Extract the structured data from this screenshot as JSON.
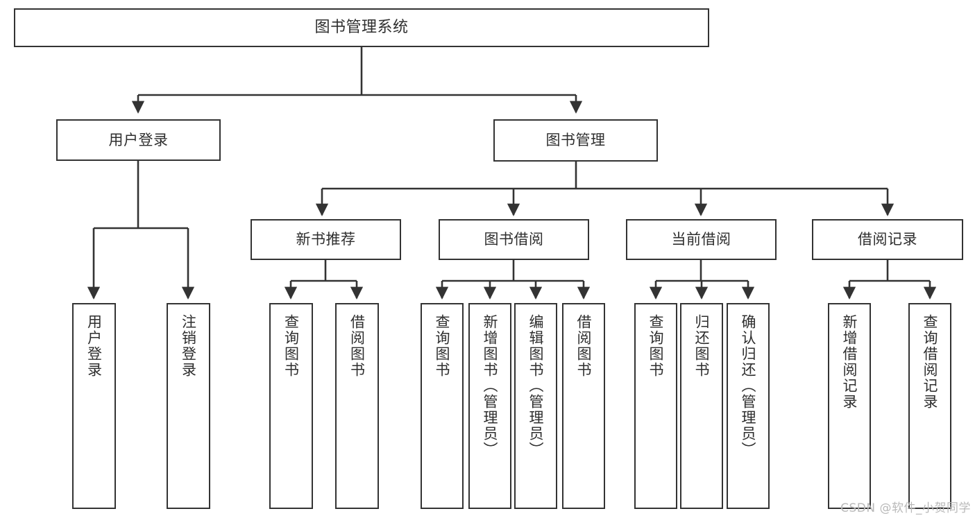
{
  "diagram": {
    "type": "tree-hierarchy",
    "title": "图书管理系统",
    "watermark": "CSDN @软件_小贺同学",
    "colors": {
      "background": "#ffffff",
      "box_border": "#333333",
      "box_fill": "#ffffff",
      "text": "#2e2e2e",
      "connector": "#333333",
      "watermark": "#b9b9b9"
    },
    "nodes": {
      "root": {
        "label": "图书管理系统"
      },
      "level2": [
        {
          "label": "用户登录"
        },
        {
          "label": "图书管理"
        }
      ],
      "level3": [
        {
          "label": "新书推荐"
        },
        {
          "label": "图书借阅"
        },
        {
          "label": "当前借阅"
        },
        {
          "label": "借阅记录"
        }
      ],
      "leaves": {
        "user_login": [
          {
            "label": "用户登录"
          },
          {
            "label": "注销登录"
          }
        ],
        "new_book_recommend": [
          {
            "label": "查询图书"
          },
          {
            "label": "借阅图书"
          }
        ],
        "book_borrow": [
          {
            "label": "查询图书"
          },
          {
            "label": "新增图书（管理员）"
          },
          {
            "label": "编辑图书（管理员）"
          },
          {
            "label": "借阅图书"
          }
        ],
        "current_borrow": [
          {
            "label": "查询图书"
          },
          {
            "label": "归还图书"
          },
          {
            "label": "确认归还（管理员）"
          }
        ],
        "borrow_record": [
          {
            "label": "新增借阅记录"
          },
          {
            "label": "查询借阅记录"
          }
        ]
      }
    }
  }
}
